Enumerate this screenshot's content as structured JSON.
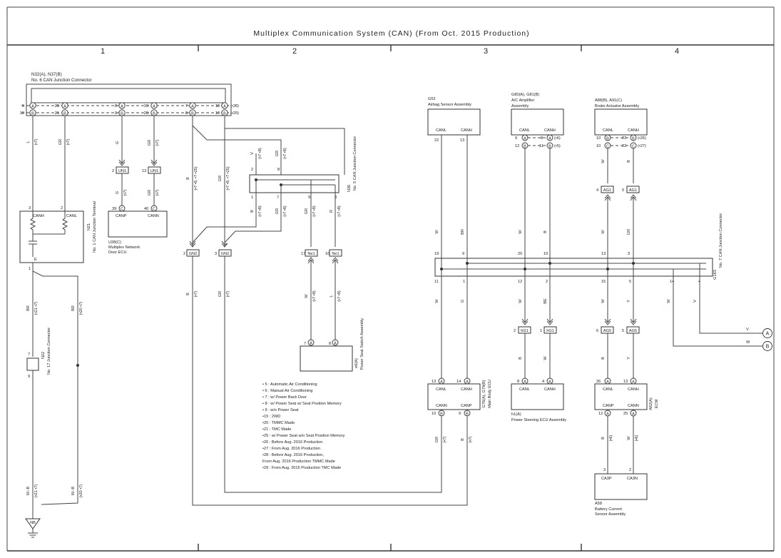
{
  "title": "Multiplex Communication System (CAN) (From Oct.  2015 Production)",
  "zones": [
    "1",
    "2",
    "3",
    "4"
  ],
  "n32": {
    "code": "N32(A), N37(B)",
    "name": "No.  6 CAN Junction Connector",
    "pins": [
      "9",
      "10",
      "20",
      "21",
      "8",
      "9",
      "19",
      "20",
      "7",
      "8",
      "18",
      "19"
    ],
    "letters": [
      "A",
      "B"
    ],
    "notes": [
      "(•28)",
      "(•29)"
    ]
  },
  "n21": {
    "code": "N21",
    "name": "No.  1 CAN Junction Terminal",
    "canh": "CANH",
    "canl": "CANL",
    "e": "E",
    "p3": "3",
    "p2": "2",
    "p1": "1"
  },
  "n22": {
    "code": "N22",
    "name": "No.  17 Junction Connector",
    "p7": "7",
    "p9": "9"
  },
  "u28": {
    "code": "U28(C)",
    "name1": "Multiplex Network",
    "name2": "Door ECU",
    "canp": "CANP",
    "cann": "CANN",
    "p39": "39",
    "p40": "40",
    "pc": "C"
  },
  "un1": {
    "label": "UN1",
    "p2": "2",
    "p13": "13"
  },
  "gn2": {
    "label": "GN2",
    "p2": "2",
    "p3": "3"
  },
  "n36": {
    "code": "N36",
    "name": "No.  5 CAN Junction Connector",
    "pins": [
      "2",
      "8",
      "1",
      "7",
      "9",
      "3"
    ]
  },
  "ne1": {
    "label": "Ne1",
    "p17": "17",
    "p16": "16"
  },
  "e6": {
    "code": "e6(A)",
    "name": "Power Seat Switch Assembly",
    "p7": "7",
    "p8": "8",
    "pa": "A"
  },
  "g52": {
    "code": "G52",
    "name": "Airbag Sensor Assembly",
    "canl": "CANL",
    "canh": "CANH",
    "p22": "22",
    "p13": "13"
  },
  "g80": {
    "code": "G80(A), G81(B)",
    "name1": "A/C Amplifier",
    "name2": "Assembly",
    "canl": "CANL",
    "canh": "CANH",
    "pins": [
      "9",
      "12",
      "8",
      "11"
    ],
    "notes": [
      "(•6)",
      "(•5)"
    ]
  },
  "a88": {
    "code": "A88(B), A91(C)",
    "name": "Brake Actuator Assembly",
    "canl": "CANL",
    "canh": "CANH",
    "pins": [
      "10",
      "10",
      "22",
      "22"
    ],
    "notes": [
      "(•26)",
      "(•27)"
    ]
  },
  "ag1": {
    "label": "AG1",
    "p4": "4",
    "p5": "5"
  },
  "g163": {
    "code": "G163",
    "name": "No.  7 CAN Junction Connector",
    "top": [
      "19",
      "9",
      "20",
      "10",
      "13",
      "3"
    ],
    "bottom": [
      "11",
      "1",
      "12",
      "2",
      "15",
      "5",
      "14",
      "4"
    ]
  },
  "hg1": {
    "label": "hG1",
    "p2": "2",
    "p1": "1"
  },
  "ag5": {
    "label": "AG5",
    "p6": "6",
    "p5": "5"
  },
  "g76": {
    "code": "G76(A), G79(B)",
    "name": "Main Body ECU",
    "canl": "CANL",
    "canh": "CANH",
    "cann": "CANN",
    "canp": "CANP",
    "pins": [
      "13",
      "14",
      "10",
      "9"
    ]
  },
  "h1": {
    "code": "h1(A)",
    "name": "Power Steering ECU Assembly",
    "canl": "CANL",
    "canh": "CANH",
    "p8": "8",
    "p4": "4"
  },
  "a62": {
    "code": "A62(A)",
    "name": "ECM",
    "canl": "CANL",
    "canh": "CANH",
    "canp": "CANP",
    "cann": "CANN",
    "pins": [
      "26",
      "13",
      "12",
      "25"
    ],
    "notes": [
      "(•6)",
      "(•6)"
    ]
  },
  "a58": {
    "code": "A58",
    "name1": "Battery Current",
    "name2": "Sensor Assembly",
    "ca3p": "CA3P",
    "ca3n": "CA3N",
    "p3": "3",
    "p2": "2"
  },
  "nb": {
    "label": "NB"
  },
  "terminals": {
    "a": "A",
    "b": "B",
    "v": "V",
    "w": "W"
  },
  "wires": {
    "L": "L",
    "GR": "GR",
    "G": "G",
    "B": "B",
    "V": "V",
    "W": "W",
    "R": "R",
    "BR": "BR",
    "BE": "BE",
    "Y": "Y",
    "WB": "W–B",
    "n7": "(•7)",
    "n78": "(•7 •8)",
    "n79": "(•7 •9)",
    "n78b": "(•7 •8, •7 •25)",
    "n21": "(•21 •7)",
    "n20": "(•20 •7)"
  },
  "notes": [
    "• 5 : Automatic Air Conditioning",
    "• 6 : Manual Air Conditioning",
    "• 7 : w/ Power Back Door",
    "• 8 : w/ Power Seat w/ Seat Position Memory",
    "• 9 : w/o Power Seat",
    "•15 : 2WD",
    "•20 : TMMC Made",
    "•21 : TMC Made",
    "•25 : w/ Power Seat w/o Seat Position Memory",
    "•26 : Before Aug.  2016 Production",
    "•27 : From Aug.  2016 Production",
    "•28 : Before Aug.  2016 Production,",
    "         From Aug.  2016 Production TMMC Made",
    "•29 : From Aug.  2016 Production TMC Made"
  ]
}
